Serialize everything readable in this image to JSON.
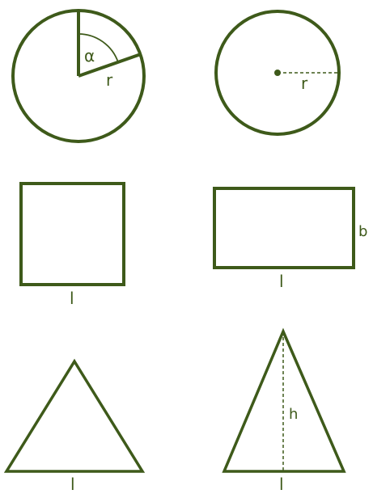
{
  "colors": {
    "stroke": "#3e5a1a",
    "background": "#ffffff"
  },
  "shapes": [
    {
      "id": "sector-circle",
      "labels": {
        "angle": "α",
        "radius": "r"
      }
    },
    {
      "id": "circle",
      "labels": {
        "radius": "r"
      }
    },
    {
      "id": "square",
      "labels": {
        "side": "l"
      }
    },
    {
      "id": "rectangle",
      "labels": {
        "length": "l",
        "width": "b"
      }
    },
    {
      "id": "equilateral-triangle",
      "labels": {
        "side": "l"
      }
    },
    {
      "id": "isosceles-triangle",
      "labels": {
        "base": "l",
        "height": "h"
      }
    }
  ]
}
